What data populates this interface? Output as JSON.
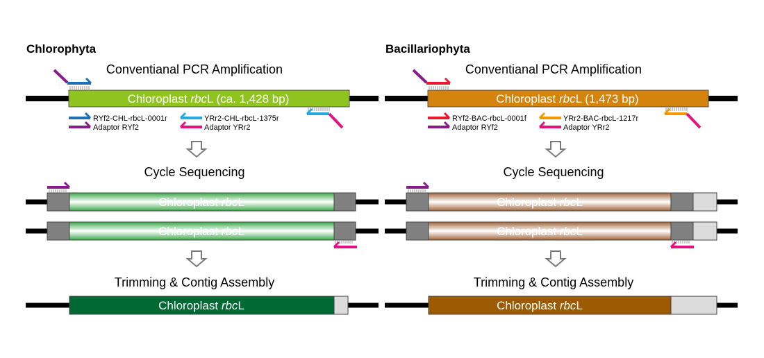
{
  "panels": [
    {
      "title": "Chlorophyta",
      "step1": "Conventianal PCR Amplification",
      "amplicon_prefix": "Chloroplast ",
      "gene_italic": "rbc",
      "gene_suffix": "L",
      "amplicon_size": " (ca. 1,428 bp)",
      "legend": {
        "fwd_primer": "RYf2-CHL-rbcL-0001r",
        "rev_primer": "YRr2-CHL-rbcL-1375r",
        "fwd_adaptor": "Adaptor RYf2",
        "rev_adaptor": "Adaptor YRr2"
      },
      "step2": "Cycle Sequencing",
      "step3": "Trimming & Contig Assembly",
      "colors": {
        "amplicon": "#8fc31f",
        "fwd_primer": "#1d6fb8",
        "rev_primer": "#29a8e0",
        "sequence": "#3aa848",
        "assembled": "#006934"
      }
    },
    {
      "title": "Bacillariophyta",
      "step1": "Conventianal PCR Amplification",
      "amplicon_prefix": "Chloroplast ",
      "gene_italic": "rbc",
      "gene_suffix": "L",
      "amplicon_size": " (1,473 bp)",
      "legend": {
        "fwd_primer": "RYf2-BAC-rbcL-0001f",
        "rev_primer": "YRr2-BAC-rbcL-1217r",
        "fwd_adaptor": "Adaptor RYf2",
        "rev_adaptor": "Adaptor YRr2"
      },
      "step2": "Cycle Sequencing",
      "step3": "Trimming & Contig Assembly",
      "colors": {
        "amplicon": "#d4830d",
        "fwd_primer": "#e8192c",
        "rev_primer": "#f39800",
        "sequence": "#a0653a",
        "assembled": "#9c5b00"
      }
    }
  ],
  "shared_colors": {
    "adaptor_fwd": "#8a1b8a",
    "adaptor_rev": "#e4117f",
    "dna": "#000000",
    "adaptor_block": "#808080",
    "trimmed": "#dcdcdc"
  }
}
